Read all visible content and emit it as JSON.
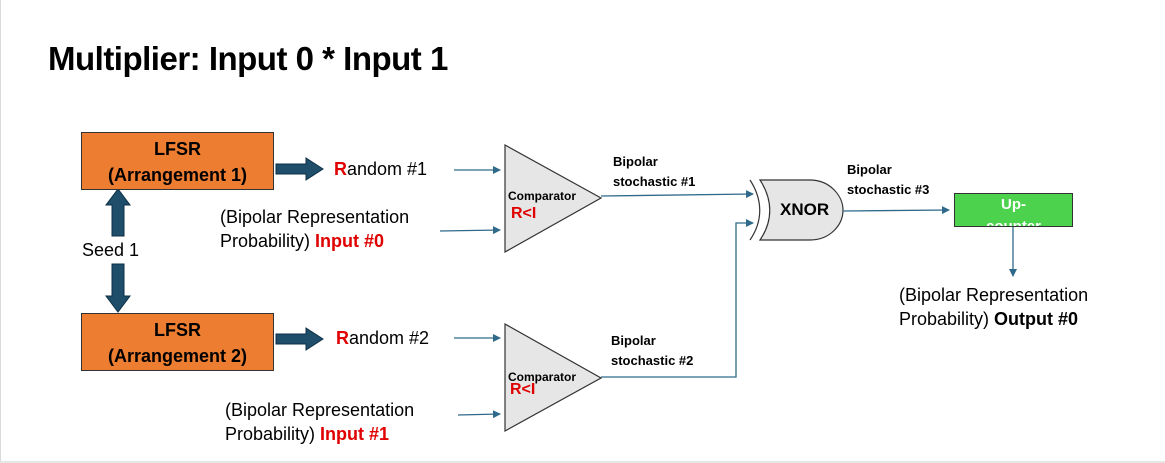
{
  "title": "Multiplier: Input 0 * Input 1",
  "lfsr1": {
    "line1": "LFSR",
    "line2": "(Arrangement 1)"
  },
  "lfsr2": {
    "line1": "LFSR",
    "line2": "(Arrangement 2)"
  },
  "seed": "Seed 1",
  "random1": {
    "initial": "R",
    "rest": "andom #1"
  },
  "random2": {
    "initial": "R",
    "rest": "andom #2"
  },
  "input0": {
    "line1": "(Bipolar Representation",
    "line2_prefix": "Probability) ",
    "line2_bold": "Input #0"
  },
  "input1": {
    "line1": "(Bipolar Representation",
    "line2_prefix": "Probability) ",
    "line2_bold": "Input #1"
  },
  "comparator1": {
    "name": "Comparator",
    "condition": "R<I"
  },
  "comparator2": {
    "name": "Comparator",
    "condition": "R<I"
  },
  "stochastic1": {
    "line1": "Bipolar",
    "line2": "stochastic #1"
  },
  "stochastic2": {
    "line1": "Bipolar",
    "line2": "stochastic #2"
  },
  "stochastic3": {
    "line1": "Bipolar",
    "line2": "stochastic #3"
  },
  "gate": "XNOR",
  "counter": {
    "line1": "Up-",
    "line2": "counter"
  },
  "output": {
    "line1": "(Bipolar Representation",
    "line2_prefix": "Probability) ",
    "line2_bold": "Output #0"
  },
  "colors": {
    "lfsr": "#ed7d31",
    "counter": "#4cd24c",
    "arrow": "#1f4e6b",
    "wire": "#2f6a8a",
    "highlight": "#e00000",
    "gate_fill": "#e6e6e6"
  }
}
